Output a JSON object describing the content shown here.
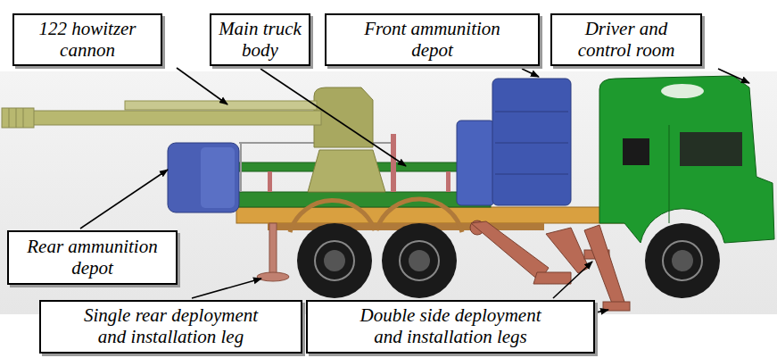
{
  "diagram": {
    "nodes": [
      {
        "text": [
          "122 howitzer cannon"
        ]
      },
      {
        "text": [
          "Main truck body"
        ]
      },
      {
        "text": [
          "Front ammunition depot"
        ]
      },
      {
        "text": [
          "Driver and control room"
        ]
      },
      {
        "text": [
          "Rear ammunition depot"
        ]
      },
      {
        "text": [
          "Single rear deployment and installation leg"
        ]
      },
      {
        "text": [
          "Double side deployment and installation legs"
        ]
      }
    ]
  }
}
